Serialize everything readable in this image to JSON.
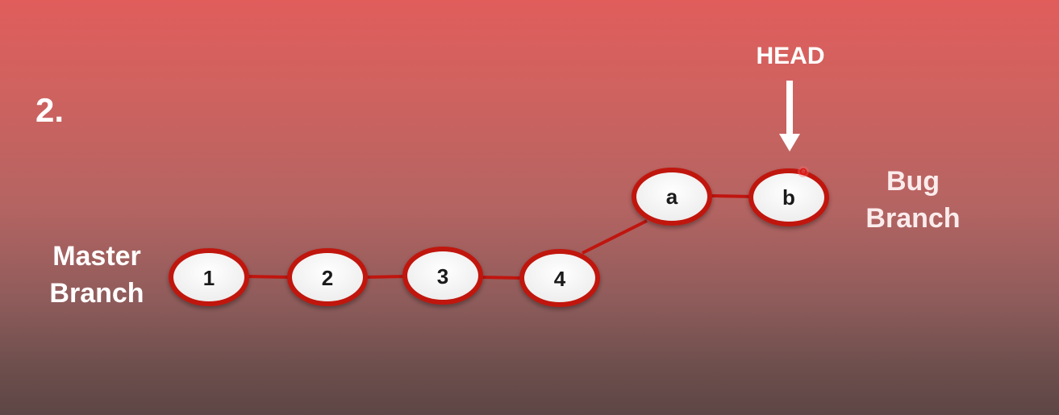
{
  "slide": {
    "step": "2.",
    "master_branch": {
      "line1": "Master",
      "line2": "Branch"
    },
    "bug_branch": {
      "line1": "Bug",
      "line2": "Branch"
    },
    "head_label": "HEAD"
  },
  "commits": {
    "c1": "1",
    "c2": "2",
    "c3": "3",
    "c4": "4",
    "ca": "a",
    "cb": "b"
  },
  "colors": {
    "edge": "#c0150f",
    "node_fill": "#ffffff",
    "node_stroke": "#c0150f",
    "arrow": "#ffffff"
  }
}
